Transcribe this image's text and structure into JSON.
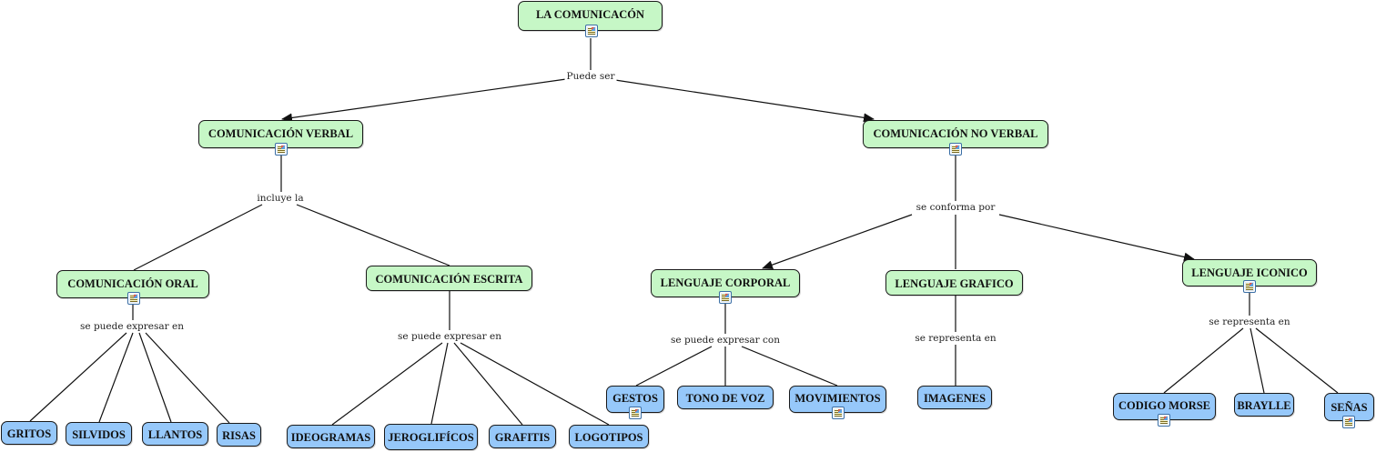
{
  "diagram": {
    "type": "concept-map",
    "colors": {
      "main_concept": "#c6f7c6",
      "leaf_concept": "#96c8fa",
      "border": "#1a1a1a",
      "line": "#111111"
    },
    "concepts": {
      "root": {
        "label": "LA COMUNICACÓN",
        "resource_icon": true
      },
      "verbal": {
        "label": "COMUNICACIÓN VERBAL",
        "resource_icon": true
      },
      "noverbal": {
        "label": "COMUNICACIÓN NO VERBAL",
        "resource_icon": true
      },
      "oral": {
        "label": "COMUNICACIÓN ORAL",
        "resource_icon": true
      },
      "escrita": {
        "label": "COMUNICACIÓN ESCRITA",
        "resource_icon": false
      },
      "corporal": {
        "label": "LENGUAJE CORPORAL",
        "resource_icon": true
      },
      "grafico": {
        "label": "LENGUAJE GRAFICO",
        "resource_icon": false
      },
      "iconico": {
        "label": "LENGUAJE ICONICO",
        "resource_icon": true
      },
      "gritos": {
        "label": "GRITOS",
        "resource_icon": false
      },
      "silvidos": {
        "label": "SILVIDOS",
        "resource_icon": false
      },
      "llantos": {
        "label": "LLANTOS",
        "resource_icon": false
      },
      "risas": {
        "label": "RISAS",
        "resource_icon": false
      },
      "ideogramas": {
        "label": "IDEOGRAMAS",
        "resource_icon": false
      },
      "jeroglificos": {
        "label": "JEROGLIFÍCOS",
        "resource_icon": false
      },
      "grafitis": {
        "label": "GRAFITIS",
        "resource_icon": false
      },
      "logotipos": {
        "label": "LOGOTIPOS",
        "resource_icon": false
      },
      "gestos": {
        "label": "GESTOS",
        "resource_icon": true
      },
      "tono": {
        "label": "TONO DE VOZ",
        "resource_icon": false
      },
      "movimientos": {
        "label": "MOVIMIENTOS",
        "resource_icon": true
      },
      "imagenes": {
        "label": "IMAGENES",
        "resource_icon": false
      },
      "morse": {
        "label": "CODIGO MORSE",
        "resource_icon": true
      },
      "braylle": {
        "label": "BRAYLLE",
        "resource_icon": false
      },
      "senas": {
        "label": "SEÑAS",
        "resource_icon": true
      }
    },
    "linking_phrases": {
      "p1": "Puede ser",
      "p2": "incluye la",
      "p3": "se conforma por",
      "p4": "se puede expresar en",
      "p5": "se puede expresar en",
      "p6": "se puede expresar con",
      "p7": "se representa en",
      "p8": "se representa en"
    },
    "connections": [
      {
        "from": "root",
        "via": "p1",
        "to": [
          "verbal",
          "noverbal"
        ],
        "arrow": true
      },
      {
        "from": "verbal",
        "via": "p2",
        "to": [
          "oral",
          "escrita"
        ],
        "arrow": false
      },
      {
        "from": "noverbal",
        "via": "p3",
        "to": [
          "corporal",
          "grafico",
          "iconico"
        ],
        "arrow": true
      },
      {
        "from": "oral",
        "via": "p4",
        "to": [
          "gritos",
          "silvidos",
          "llantos",
          "risas"
        ],
        "arrow": false
      },
      {
        "from": "escrita",
        "via": "p5",
        "to": [
          "ideogramas",
          "jeroglificos",
          "grafitis",
          "logotipos"
        ],
        "arrow": false
      },
      {
        "from": "corporal",
        "via": "p6",
        "to": [
          "gestos",
          "tono",
          "movimientos"
        ],
        "arrow": false
      },
      {
        "from": "grafico",
        "via": "p7",
        "to": [
          "imagenes"
        ],
        "arrow": false
      },
      {
        "from": "iconico",
        "via": "p8",
        "to": [
          "morse",
          "braylle",
          "senas"
        ],
        "arrow": false
      }
    ]
  }
}
